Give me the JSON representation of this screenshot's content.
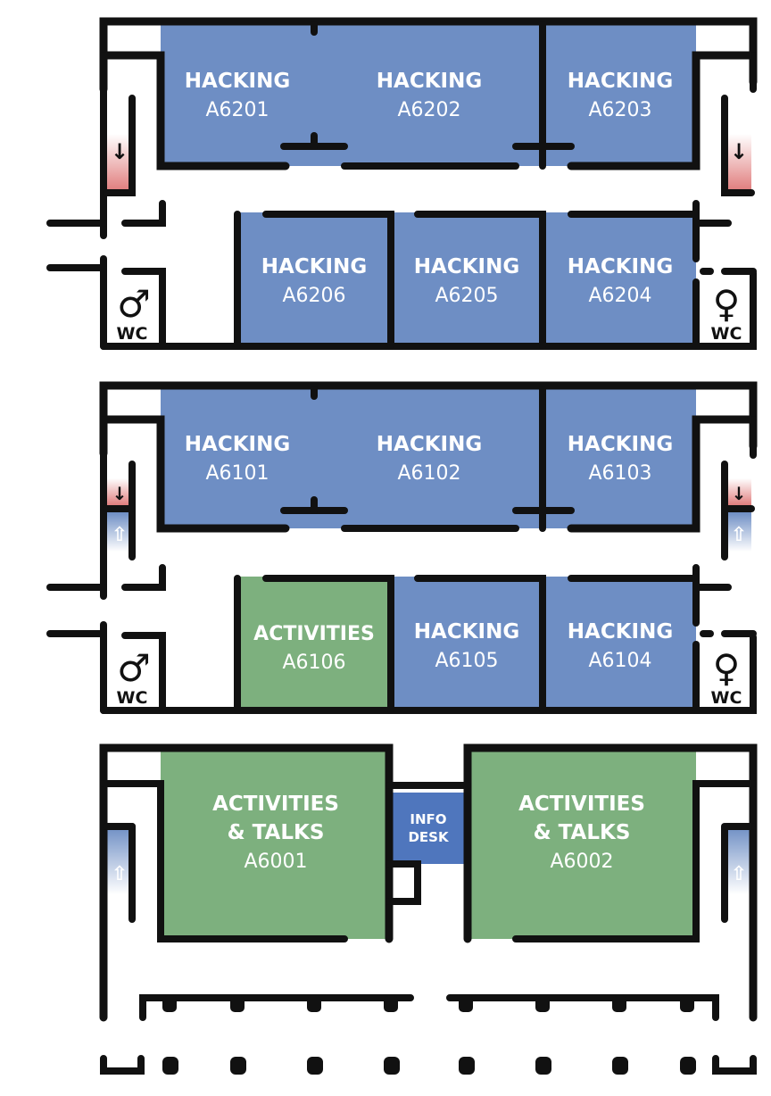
{
  "colors": {
    "hacking_room": "#6e8ec4",
    "activity_room": "#7db07e",
    "info_desk": "#4f76bd",
    "wall": "#111111",
    "stair_down": "#e58c8c",
    "stair_up": "#6e8ec4"
  },
  "floors": {
    "floor2": {
      "rooms": [
        {
          "title": "HACKING",
          "code": "A6201"
        },
        {
          "title": "HACKING",
          "code": "A6202"
        },
        {
          "title": "HACKING",
          "code": "A6203"
        },
        {
          "title": "HACKING",
          "code": "A6206"
        },
        {
          "title": "HACKING",
          "code": "A6205"
        },
        {
          "title": "HACKING",
          "code": "A6204"
        }
      ],
      "wc_men": {
        "symbol": "♂",
        "label": "WC"
      },
      "wc_women": {
        "symbol": "♀",
        "label": "WC"
      },
      "stairs": [
        "down",
        "down"
      ]
    },
    "floor1": {
      "rooms": [
        {
          "title": "HACKING",
          "code": "A6101"
        },
        {
          "title": "HACKING",
          "code": "A6102"
        },
        {
          "title": "HACKING",
          "code": "A6103"
        },
        {
          "title": "ACTIVITIES",
          "code": "A6106"
        },
        {
          "title": "HACKING",
          "code": "A6105"
        },
        {
          "title": "HACKING",
          "code": "A6104"
        }
      ],
      "wc_men": {
        "symbol": "♂",
        "label": "WC"
      },
      "wc_women": {
        "symbol": "♀",
        "label": "WC"
      },
      "stairs": [
        "down-up",
        "down-up"
      ]
    },
    "floor0": {
      "rooms": [
        {
          "title_line1": "ACTIVITIES",
          "title_line2": "& TALKS",
          "code": "A6001"
        },
        {
          "title_line1": "ACTIVITIES",
          "title_line2": "& TALKS",
          "code": "A6002"
        }
      ],
      "info_desk": {
        "line1": "INFO",
        "line2": "DESK"
      },
      "stairs": [
        "up",
        "up"
      ]
    }
  },
  "icons": {
    "stair_down": "↓",
    "stair_up": "⇧"
  }
}
